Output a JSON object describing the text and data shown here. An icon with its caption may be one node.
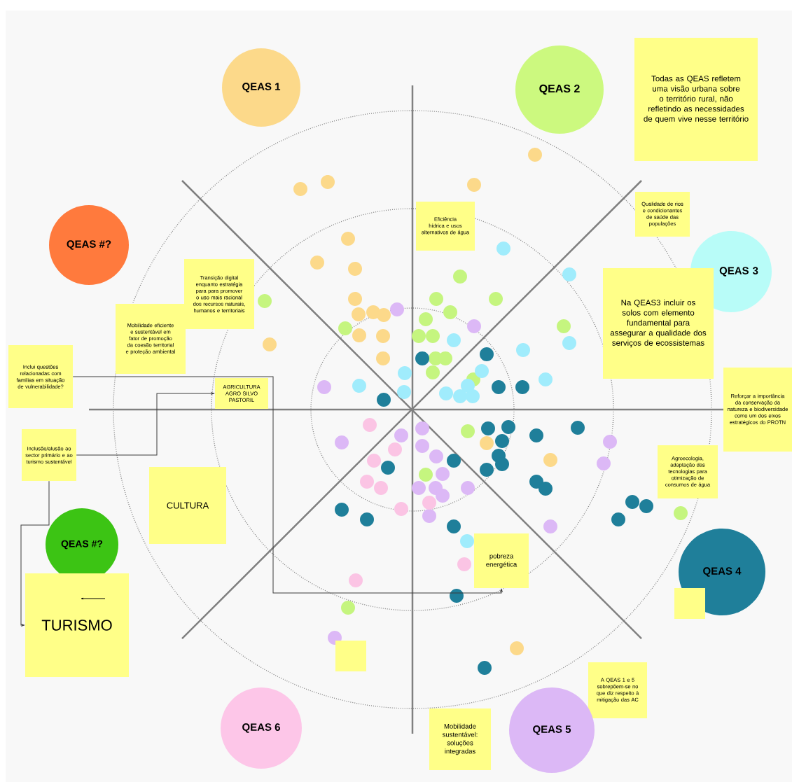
{
  "diagram": {
    "nodes": [
      {
        "text": [
          "QEAS 1"
        ]
      },
      {
        "text": [
          "QEAS 2"
        ]
      },
      {
        "text": [
          "Todas as QEAS refletem uma visão urbana sobre o território rural, não refletindo as necessidades de quem vive nesse território"
        ]
      },
      {
        "text": [
          "QEAS #?"
        ]
      },
      {
        "text": [
          "Qualidade de rios e condicionantes de saúde das populações"
        ]
      },
      {
        "text": [
          "Eficiência hídrica e usos alternativos de água"
        ]
      },
      {
        "text": [
          "QEAS 3"
        ]
      },
      {
        "text": [
          "Transição digital enquanto estratégia para para promover o uso mais racional dos recursos naturais, humanos e territoriais"
        ]
      },
      {
        "text": [
          "Na QEAS3 incluir os solos com elemento fundamental para assegurar a qualidade dos serviços de ecossistemas"
        ]
      },
      {
        "text": [
          "Mobilidade eficiente e sustentável em fator de promoção da coesão territorial e proteção ambiental"
        ]
      },
      {
        "text": [
          "Inclui questões relacionadas com familias em situação de vulnerabilidade?"
        ]
      },
      {
        "text": [
          "AGRICULTURA AGRO SILVO PASTORIL"
        ]
      },
      {
        "text": [
          "Reforçar a importância da conservação da natureza e biodiversidade como um dos eixos estratégicos do PROTN"
        ]
      },
      {
        "text": [
          "Inclusão/alusão ao sector primário e ao turismo sustentável"
        ]
      },
      {
        "text": [
          "Agroecologia, adaptação das tecnologias para otimização de consumos de água"
        ]
      },
      {
        "text": [
          "CULTURA"
        ]
      },
      {
        "text": [
          "QEAS #?"
        ]
      },
      {
        "text": [
          "pobreza energética"
        ]
      },
      {
        "text": [
          "QEAS 4"
        ]
      },
      {
        "text": [],
        "shape": "box"
      },
      {
        "text": [
          "TURISMO"
        ]
      },
      {
        "text": [],
        "shape": "box"
      },
      {
        "text": [
          "A QEAS 1 e 5 sobrepõem-se no que diz respeito à mitigação das AC"
        ]
      },
      {
        "text": [
          "QEAS 6"
        ]
      },
      {
        "text": [
          "Mobilidade sustentável: soluções integradas"
        ]
      },
      {
        "text": [
          "QEAS 5"
        ]
      }
    ],
    "edges": [
      {
        "from": 10,
        "to": 17,
        "arrow": "to"
      },
      {
        "from": 13,
        "to": 11,
        "arrow": "to"
      },
      {
        "from": 13,
        "to": 20,
        "arrow": "to"
      }
    ]
  }
}
